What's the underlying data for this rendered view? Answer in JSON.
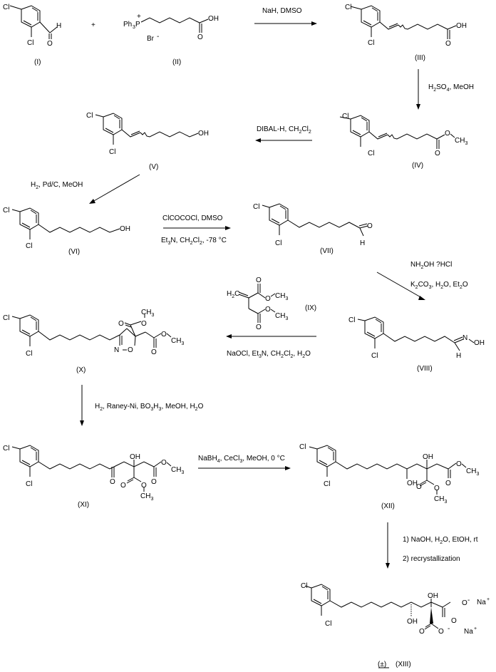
{
  "title": "Synthesis scheme of compound XIII",
  "compounds": {
    "I": {
      "label": "(I)",
      "atoms": {
        "cl_top": "Cl",
        "cl_bottom": "Cl",
        "h": "H",
        "o": "O"
      }
    },
    "II": {
      "label": "(II)",
      "atoms": {
        "ph3p": "Ph",
        "ph_sub": "3",
        "p": "P",
        "plus": "+",
        "br": "Br",
        "br_charge": "-",
        "oh": "OH",
        "o": "O"
      }
    },
    "III": {
      "label": "(III)",
      "atoms": {
        "cl_top": "Cl",
        "cl_bottom": "Cl",
        "oh": "OH",
        "o": "O"
      }
    },
    "IV": {
      "label": "(IV)",
      "atoms": {
        "cl_top": "Cl",
        "cl_bottom": "Cl",
        "o_ester": "O",
        "ch3": "CH",
        "ch3_sub": "3",
        "o": "O"
      }
    },
    "V": {
      "label": "(V)",
      "atoms": {
        "cl_top": "Cl",
        "cl_bottom": "Cl",
        "oh": "OH"
      }
    },
    "VI": {
      "label": "(VI)",
      "atoms": {
        "cl_top": "Cl",
        "cl_bottom": "Cl",
        "oh": "OH"
      }
    },
    "VII": {
      "label": "(VII)",
      "atoms": {
        "cl_top": "Cl",
        "cl_bottom": "Cl",
        "o": "O",
        "h": "H"
      }
    },
    "VIII": {
      "label": "(VIII)",
      "atoms": {
        "cl_top": "Cl",
        "cl_bottom": "Cl",
        "n": "N",
        "oh": "OH",
        "h": "H"
      }
    },
    "IX": {
      "label": "(IX)",
      "atoms": {
        "h2c": "H",
        "h2c_sub": "2",
        "c": "C",
        "o1": "O",
        "o2": "O",
        "o3": "O",
        "o4": "O",
        "ch3": "CH",
        "ch3_sub": "3"
      }
    },
    "X": {
      "label": "(X)",
      "atoms": {
        "cl_top": "Cl",
        "cl_bottom": "Cl",
        "n": "N",
        "o_ring": "O",
        "o1": "O",
        "o2": "O",
        "o3": "O",
        "o4": "O",
        "ch3": "CH",
        "ch3_sub": "3"
      }
    },
    "XI": {
      "label": "(XI)",
      "atoms": {
        "cl_top": "Cl",
        "cl_bottom": "Cl",
        "oh": "OH",
        "o_ketone": "O",
        "o1": "O",
        "o2": "O",
        "o3": "O",
        "o4": "O",
        "ch3": "CH",
        "ch3_sub": "3"
      }
    },
    "XII": {
      "label": "(XII)",
      "atoms": {
        "cl_top": "Cl",
        "cl_bottom": "Cl",
        "oh_top": "OH",
        "oh_bottom": "OH",
        "o1": "O",
        "o2": "O",
        "o3": "O",
        "o4": "O",
        "ch3": "CH",
        "ch3_sub": "3"
      }
    },
    "XIII": {
      "label": "(XIII)",
      "racemic": "(±)",
      "atoms": {
        "cl_top": "Cl",
        "cl_bottom": "Cl",
        "oh_top": "OH",
        "oh_bottom": "OH",
        "o1": "O",
        "o2": "O",
        "o3": "O",
        "o4": "O",
        "minus": "-",
        "na": "Na",
        "plus": "+"
      }
    }
  },
  "plus_sign": "+",
  "reagents": {
    "step1": "NaH, DMSO",
    "step2": {
      "a": "H",
      "a_sub": "2",
      "b": "SO",
      "b_sub": "4",
      "c": ", MeOH"
    },
    "step3": {
      "a": "DIBAL-H, CH",
      "a_sub": "2",
      "b": "Cl",
      "b_sub": "2"
    },
    "step4": {
      "a": "H",
      "a_sub": "2",
      "b": ", Pd/C, MeOH"
    },
    "step5_top": "ClCOCOCl, DMSO",
    "step5_bottom": {
      "a": "Et",
      "a_sub": "3",
      "b": "N, CH",
      "b_sub": "2",
      "c": "Cl",
      "c_sub": "2",
      "d": ", -78 °C"
    },
    "step6_top": "NH₂OH ?HCl",
    "step6_top_parts": {
      "a": "NH",
      "a_sub": "2",
      "b": "OH ?HCl"
    },
    "step6_bottom": {
      "a": "K",
      "a_sub": "2",
      "b": "CO",
      "b_sub": "3",
      "c": ", H",
      "c_sub": "2",
      "d": "O, Et",
      "d_sub": "2",
      "e": "O"
    },
    "step7_bottom": {
      "a": "NaOCl, Et",
      "a_sub": "3",
      "b": "N, CH",
      "b_sub": "2",
      "c": "Cl",
      "c_sub": "2",
      "d": ", H",
      "d_sub": "2",
      "e": "O"
    },
    "step8": {
      "a": "H",
      "a_sub": "2",
      "b": ", Raney-Ni, BO",
      "b_sub": "3",
      "c": "H",
      "c_sub": "3",
      "d": ", MeOH, H",
      "d_sub": "2",
      "e": "O"
    },
    "step9": {
      "a": "NaBH",
      "a_sub": "4",
      "b": ", CeCl",
      "b_sub": "3",
      "c": ", MeOH, 0 °C"
    },
    "step10_1": {
      "a": "1)  NaOH, H",
      "a_sub": "2",
      "b": "O, EtOH, rt"
    },
    "step10_2": "2)  recrystallization"
  }
}
